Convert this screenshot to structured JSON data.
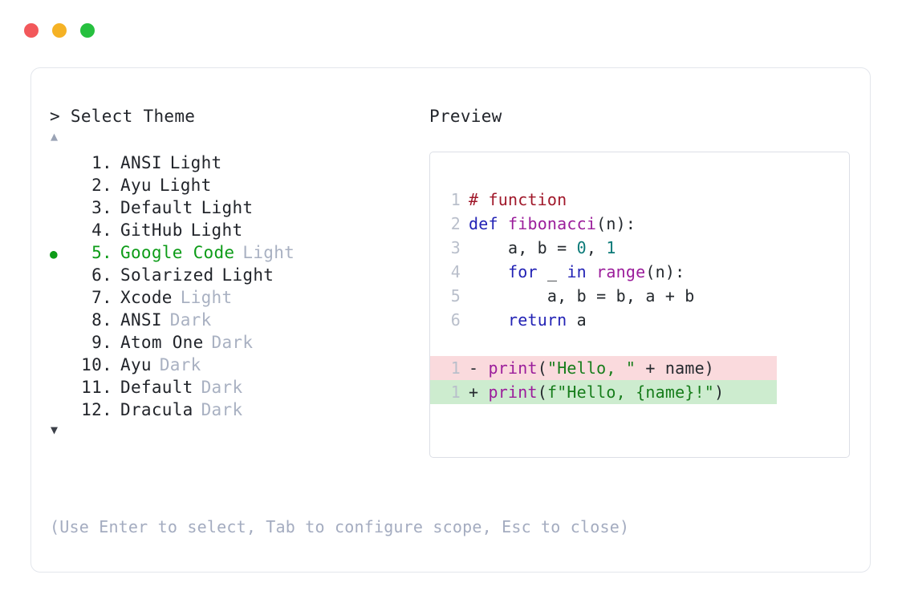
{
  "window": {
    "traffic_lights": [
      {
        "name": "close",
        "color": "#f2585b"
      },
      {
        "name": "minimize",
        "color": "#f5b225"
      },
      {
        "name": "maximize",
        "color": "#26c03f"
      }
    ]
  },
  "picker": {
    "prompt_caret": ">",
    "prompt_label": "Select Theme",
    "scroll_up_glyph": "▲",
    "scroll_down_glyph": "▼",
    "selected_bullet": "●",
    "selected_index": 5,
    "accent_color": "#0d9c18",
    "muted_color": "#a9b1c2",
    "items": [
      {
        "num": "1.",
        "name": "ANSI",
        "variant": "Light",
        "muted_variant": false,
        "selected": false,
        "bullet": ""
      },
      {
        "num": "2.",
        "name": "Ayu",
        "variant": "Light",
        "muted_variant": false,
        "selected": false,
        "bullet": ""
      },
      {
        "num": "3.",
        "name": "Default",
        "variant": "Light",
        "muted_variant": false,
        "selected": false,
        "bullet": ""
      },
      {
        "num": "4.",
        "name": "GitHub",
        "variant": "Light",
        "muted_variant": false,
        "selected": false,
        "bullet": ""
      },
      {
        "num": "5.",
        "name": "Google Code",
        "variant": "Light",
        "muted_variant": true,
        "selected": true,
        "bullet": "●"
      },
      {
        "num": "6.",
        "name": "Solarized",
        "variant": "Light",
        "muted_variant": false,
        "selected": false,
        "bullet": ""
      },
      {
        "num": "7.",
        "name": "Xcode",
        "variant": "Light",
        "muted_variant": true,
        "selected": false,
        "bullet": ""
      },
      {
        "num": "8.",
        "name": "ANSI",
        "variant": "Dark",
        "muted_variant": true,
        "selected": false,
        "bullet": ""
      },
      {
        "num": "9.",
        "name": "Atom One",
        "variant": "Dark",
        "muted_variant": true,
        "selected": false,
        "bullet": ""
      },
      {
        "num": "10.",
        "name": "Ayu",
        "variant": "Dark",
        "muted_variant": true,
        "selected": false,
        "bullet": ""
      },
      {
        "num": "11.",
        "name": "Default",
        "variant": "Dark",
        "muted_variant": true,
        "selected": false,
        "bullet": ""
      },
      {
        "num": "12.",
        "name": "Dracula",
        "variant": "Dark",
        "muted_variant": true,
        "selected": false,
        "bullet": ""
      }
    ],
    "hint": "(Use Enter to select, Tab to configure scope, Esc to close)"
  },
  "preview": {
    "title": "Preview",
    "code_lines": [
      {
        "ln": "1",
        "tokens": [
          {
            "t": "# function",
            "c": "tok-comment"
          }
        ]
      },
      {
        "ln": "2",
        "tokens": [
          {
            "t": "def ",
            "c": "tok-kw"
          },
          {
            "t": "fibonacci",
            "c": "tok-fn"
          },
          {
            "t": "(n):",
            "c": "tok-plain"
          }
        ]
      },
      {
        "ln": "3",
        "tokens": [
          {
            "t": "    a, b = ",
            "c": "tok-plain"
          },
          {
            "t": "0",
            "c": "tok-num"
          },
          {
            "t": ", ",
            "c": "tok-plain"
          },
          {
            "t": "1",
            "c": "tok-num"
          }
        ]
      },
      {
        "ln": "4",
        "tokens": [
          {
            "t": "    ",
            "c": "tok-plain"
          },
          {
            "t": "for",
            "c": "tok-kw"
          },
          {
            "t": " _ ",
            "c": "tok-plain"
          },
          {
            "t": "in",
            "c": "tok-kw"
          },
          {
            "t": " ",
            "c": "tok-plain"
          },
          {
            "t": "range",
            "c": "tok-fn"
          },
          {
            "t": "(n):",
            "c": "tok-plain"
          }
        ]
      },
      {
        "ln": "5",
        "tokens": [
          {
            "t": "        a, b = b, a + b",
            "c": "tok-plain"
          }
        ]
      },
      {
        "ln": "6",
        "tokens": [
          {
            "t": "    ",
            "c": "tok-plain"
          },
          {
            "t": "return",
            "c": "tok-kw"
          },
          {
            "t": " a",
            "c": "tok-plain"
          }
        ]
      }
    ],
    "diff_lines": [
      {
        "ln": "1",
        "kind": "del",
        "marker": "-",
        "tokens": [
          {
            "t": "- ",
            "c": "tok-plain"
          },
          {
            "t": "print",
            "c": "tok-fn"
          },
          {
            "t": "(",
            "c": "tok-plain"
          },
          {
            "t": "\"Hello, \"",
            "c": "tok-str"
          },
          {
            "t": " + name)",
            "c": "tok-plain"
          }
        ]
      },
      {
        "ln": "1",
        "kind": "add",
        "marker": "+",
        "tokens": [
          {
            "t": "+ ",
            "c": "tok-plain"
          },
          {
            "t": "print",
            "c": "tok-fn"
          },
          {
            "t": "(",
            "c": "tok-plain"
          },
          {
            "t": "f\"Hello, {name}!\"",
            "c": "tok-str"
          },
          {
            "t": ")",
            "c": "tok-plain"
          }
        ]
      }
    ],
    "diff_del_bg": "#fadadd",
    "diff_add_bg": "#cdeccf"
  }
}
